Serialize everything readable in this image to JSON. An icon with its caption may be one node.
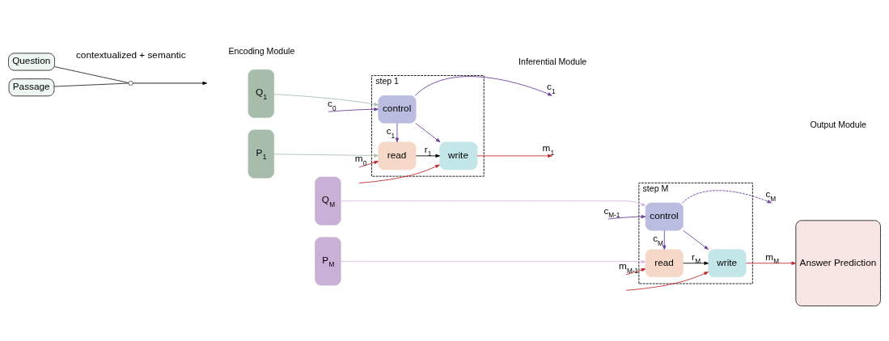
{
  "diagram": {
    "nodes": [
      {
        "text": [
          "Question"
        ]
      },
      {
        "text": [
          "Passage"
        ]
      },
      {
        "text": [],
        "shape": "circle"
      },
      {
        "text": [
          "Q$_{1}$"
        ]
      },
      {
        "text": [
          "Q$_{M}$"
        ]
      },
      {
        "text": [
          "P$_{1}$"
        ]
      },
      {
        "text": [
          "P$_{M}$"
        ]
      },
      {
        "text": [
          "step 1"
        ]
      },
      {
        "text": [
          "control"
        ],
        "in": 7
      },
      {
        "text": [
          "read"
        ],
        "in": 7
      },
      {
        "text": [
          "write"
        ],
        "in": 7
      },
      {
        "text": [
          "step M"
        ]
      },
      {
        "text": [
          "control"
        ],
        "in": 11
      },
      {
        "text": [
          "read"
        ],
        "in": 11
      },
      {
        "text": [
          "write"
        ],
        "in": 11
      },
      {
        "text": [
          "Answer Prediction"
        ]
      }
    ],
    "edges": [
      {
        "from": 0,
        "to": 2,
        "arrow": "none",
        "color": "#222222"
      },
      {
        "from": 1,
        "to": 2,
        "arrow": "none",
        "color": "#222222"
      },
      {
        "from": 2,
        "to": null,
        "arrow": "to",
        "color": "#000000"
      },
      {
        "from": 8,
        "to": 9,
        "arrow": "to",
        "label": "c$_{1}$"
      },
      {
        "from": 8,
        "to": 10,
        "arrow": "to"
      },
      {
        "from": 8,
        "to": null,
        "arrow": "to",
        "label": "c$_{1}$"
      },
      {
        "from": 3,
        "to": 8,
        "arrow": "to",
        "color": "#a8c0ac"
      },
      {
        "from": 5,
        "to": 9,
        "arrow": "to",
        "color": "#a8c0ac"
      },
      {
        "from": null,
        "to": 8,
        "arrow": "to",
        "label": "c$_{0}$"
      },
      {
        "from": null,
        "to": 9,
        "arrow": "to",
        "label": "m$_{0}$",
        "color": "#c0282e"
      },
      {
        "from": null,
        "to": 10,
        "arrow": "to",
        "color": "#c0282e"
      },
      {
        "from": 9,
        "to": 10,
        "arrow": "to",
        "label": "r$_{1}$",
        "color": "#000000"
      },
      {
        "from": 10,
        "to": null,
        "arrow": "to",
        "label": "m$_{1}$",
        "color": "#c0282e"
      },
      {
        "from": 12,
        "to": 13,
        "arrow": "to",
        "label": "c$_{M}$"
      },
      {
        "from": 12,
        "to": 14,
        "arrow": "to"
      },
      {
        "from": 12,
        "to": null,
        "arrow": "to",
        "label": "c$_{M}$",
        "style": "dashed"
      },
      {
        "from": 4,
        "to": 12,
        "arrow": "to",
        "color": "#d4b8e0"
      },
      {
        "from": 6,
        "to": 13,
        "arrow": "to",
        "color": "#d4b8e0"
      },
      {
        "from": null,
        "to": 12,
        "arrow": "to",
        "label": "c$_{M-1}$"
      },
      {
        "from": null,
        "to": 13,
        "arrow": "to",
        "label": "m$_{M-1}$",
        "color": "#c0282e"
      },
      {
        "from": null,
        "to": 14,
        "arrow": "to",
        "color": "#c0282e"
      },
      {
        "from": 13,
        "to": 14,
        "arrow": "to",
        "label": "r$_{M}$",
        "color": "#000000"
      },
      {
        "from": 14,
        "to": 15,
        "arrow": "to",
        "label": "m$_{M}$",
        "color": "#c0282e"
      }
    ],
    "labels": [
      "Encoding Module",
      "Inferential Module",
      "Output Module",
      "contextualized + semantic"
    ]
  }
}
